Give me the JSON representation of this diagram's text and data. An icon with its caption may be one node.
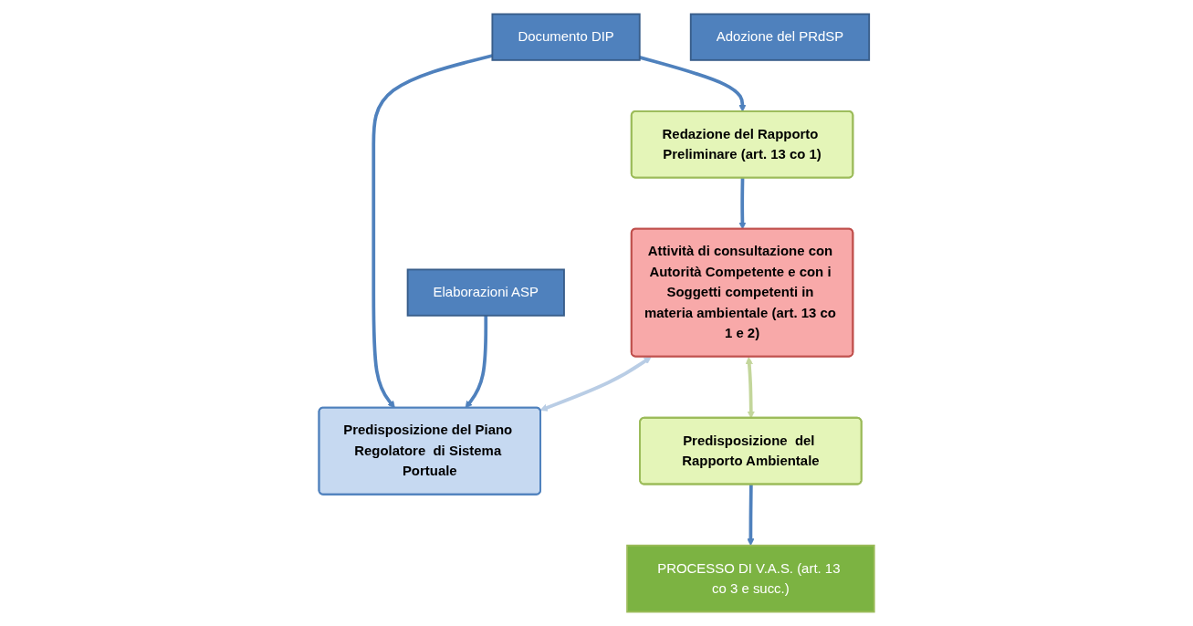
{
  "diagram": {
    "nodes": [
      {
        "text": [
          "Redazione del Rapporto Preliminare (art. 13 co 1)"
        ]
      },
      {
        "text": [
          "Documento  DIP"
        ]
      },
      {
        "text": [
          "Elaborazioni ASP"
        ]
      },
      {
        "text": [
          "Attività di consultazione con Autorità Competente e con i Soggetti competenti in materia ambientale (art. 13 co 1 e 2)"
        ]
      },
      {
        "text": [
          "Predisposizione del Piano Regolatore  di Sistema Portuale"
        ]
      },
      {
        "text": [
          "Adozione del  PRdSP"
        ]
      },
      {
        "text": [
          "Predisposizione  del Rapporto Ambientale"
        ]
      },
      {
        "text": [
          "PROCESSO DI V.A.S. (art. 13 co 3 e succ.)"
        ]
      }
    ],
    "edges": [
      {
        "from": 1,
        "to": 0,
        "arrow": "to"
      },
      {
        "from": 1,
        "to": 4,
        "arrow": "to"
      },
      {
        "from": 2,
        "to": 4,
        "arrow": "to"
      },
      {
        "from": 0,
        "to": 3,
        "arrow": "to"
      },
      {
        "from": 3,
        "to": 4,
        "arrow": "both",
        "color": "#b9cde5"
      },
      {
        "from": 3,
        "to": 6,
        "arrow": "both",
        "color": "#c3d69b"
      },
      {
        "from": 6,
        "to": 7,
        "arrow": "to"
      }
    ]
  }
}
